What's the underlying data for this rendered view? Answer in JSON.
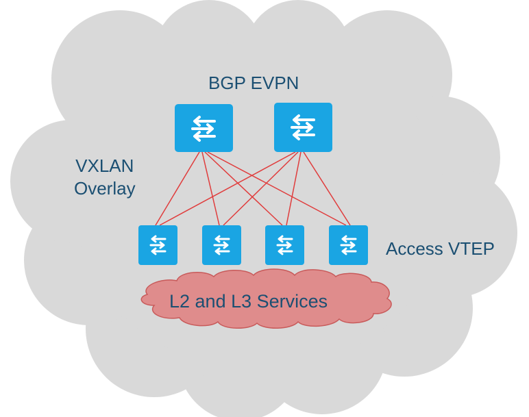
{
  "labels": {
    "control_plane": "BGP EVPN",
    "overlay_line1": "VXLAN",
    "overlay_line2": "Overlay",
    "access": "Access VTEP",
    "services": "L2 and L3  Services"
  },
  "nodes": {
    "spines": [
      "spine-1",
      "spine-2"
    ],
    "leaves": [
      "leaf-1",
      "leaf-2",
      "leaf-3",
      "leaf-4"
    ]
  },
  "links": [
    [
      "spine-1",
      "leaf-1"
    ],
    [
      "spine-1",
      "leaf-2"
    ],
    [
      "spine-1",
      "leaf-3"
    ],
    [
      "spine-1",
      "leaf-4"
    ],
    [
      "spine-2",
      "leaf-1"
    ],
    [
      "spine-2",
      "leaf-2"
    ],
    [
      "spine-2",
      "leaf-3"
    ],
    [
      "spine-2",
      "leaf-4"
    ]
  ],
  "colors": {
    "cloud": "#d9d9d9",
    "switch": "#1aa5e3",
    "link": "#e03c3c",
    "services_cloud": "#df8c8c",
    "services_outline": "#c85a5a",
    "text": "#1b4f72"
  }
}
